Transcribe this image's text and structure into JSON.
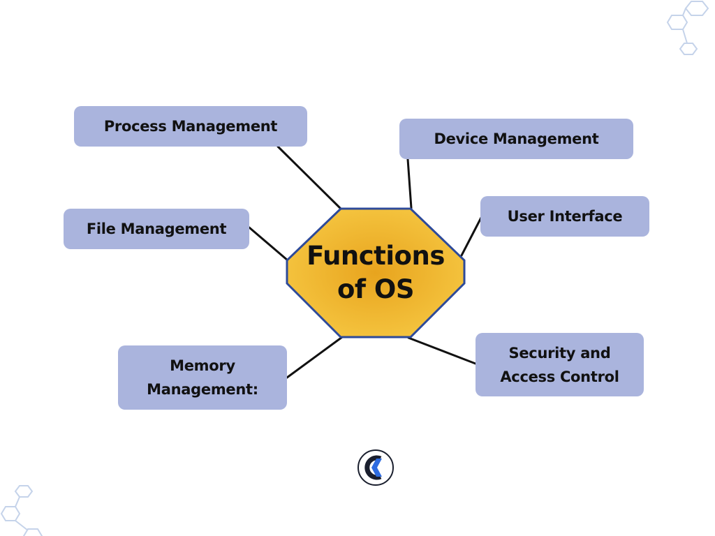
{
  "diagram": {
    "center": {
      "line1": "Functions",
      "line2": "of OS",
      "fill_color": "#f3b82f",
      "border_color": "#2d4a9a"
    },
    "nodes": {
      "process": "Process Management",
      "device": "Device Management",
      "user_interface": "User Interface",
      "file": "File Management",
      "memory": "Memory\nManagement:",
      "security": "Security and\nAccess Control"
    },
    "node_color": "#aab4dd",
    "connector_color": "#111111"
  },
  "logo": {
    "icon": "ck-logo-icon",
    "colors": [
      "#1a1f2e",
      "#2d6be0"
    ]
  },
  "decorations": {
    "icon": "hexagon-molecule-icon",
    "color": "#c5d3ea"
  }
}
